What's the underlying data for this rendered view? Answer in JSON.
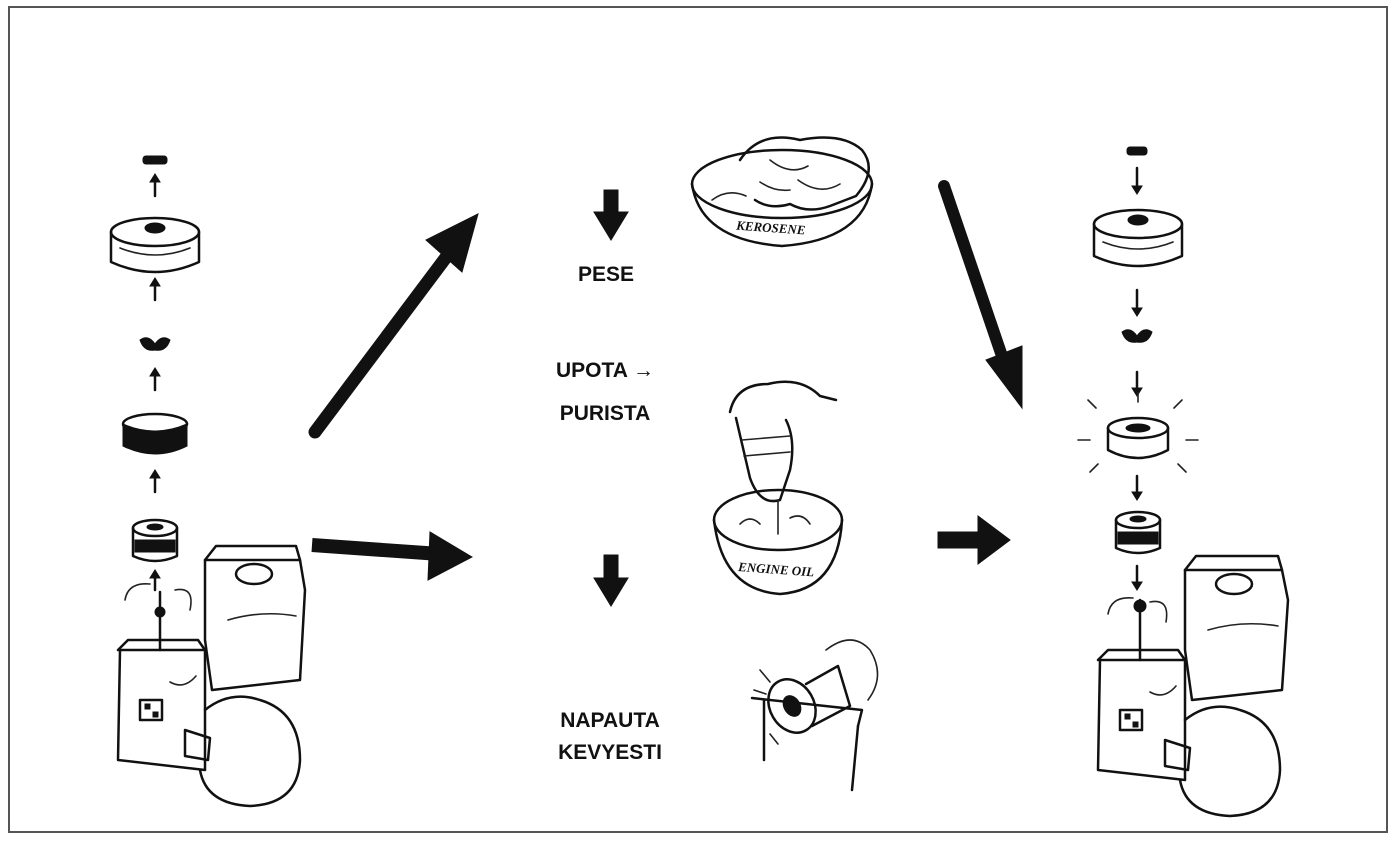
{
  "labels": {
    "wash": "PESE",
    "dip_line1": "UPOTA →",
    "dip_line2": "PURISTA",
    "tap_line1": "NAPAUTA",
    "tap_line2": "KEVYESTI"
  },
  "basin_labels": {
    "kerosene": "KEROSENE",
    "engine_oil": "ENGINE OIL"
  }
}
